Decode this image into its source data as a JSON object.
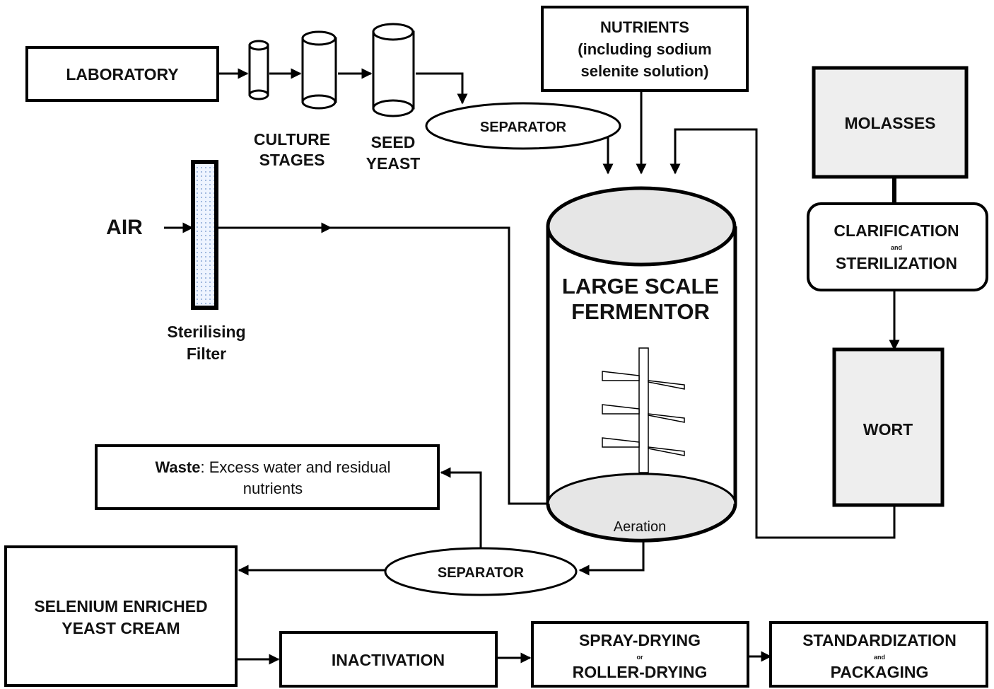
{
  "nodes": {
    "laboratory": "LABORATORY",
    "culture_stages": [
      "CULTURE",
      "STAGES"
    ],
    "seed_yeast": [
      "SEED",
      "YEAST"
    ],
    "separator_top": "SEPARATOR",
    "nutrients": [
      "NUTRIENTS",
      "(including sodium",
      "selenite solution)"
    ],
    "molasses": "MOLASSES",
    "clarification": "CLARIFICATION",
    "clarification_and": "and",
    "sterilization": "STERILIZATION",
    "wort": "WORT",
    "air": "AIR",
    "sterilising_filter": [
      "Sterilising",
      "Filter"
    ],
    "fermentor": [
      "LARGE SCALE",
      "FERMENTOR"
    ],
    "aeration": "Aeration",
    "waste_bold": "Waste",
    "waste_rest": ": Excess water and residual",
    "waste_line2": "nutrients",
    "separator_bottom": "SEPARATOR",
    "yeast_cream": [
      "SELENIUM ENRICHED",
      "YEAST CREAM"
    ],
    "inactivation": "INACTIVATION",
    "drying_top": "SPRAY-DRYING",
    "drying_or": "or",
    "drying_bottom": "ROLLER-DRYING",
    "standardization": "STANDARDIZATION",
    "standardization_and": "and",
    "packaging": "PACKAGING"
  }
}
